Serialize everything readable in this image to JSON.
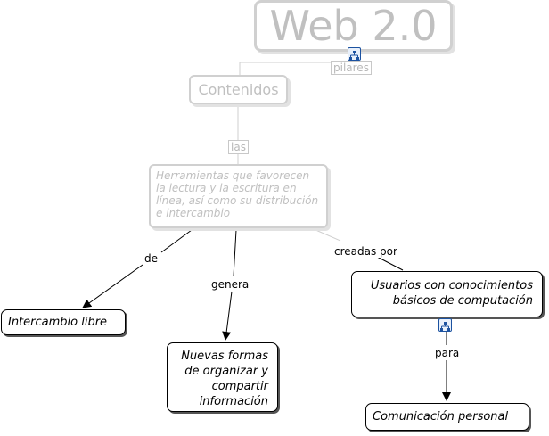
{
  "map": {
    "root": "Web 2.0",
    "contenidos": "Contenidos",
    "herramientas": "Herramientas que favorecen la lectura y la escritura en línea, así como su distribución e intercambio",
    "intercambio": "Intercambio libre",
    "nuevas_formas": "Nuevas formas de organizar y compartir información",
    "usuarios": "Usuarios con conocimientos básicos de computación",
    "comunicacion": "Comunicación personal"
  },
  "links": {
    "pilares": "pilares",
    "las": "las",
    "de": "de",
    "genera": "genera",
    "creadas_por": "creadas por",
    "para": "para"
  },
  "icons": {
    "root_icon": "concept-map-icon",
    "usuarios_icon": "concept-map-icon"
  }
}
